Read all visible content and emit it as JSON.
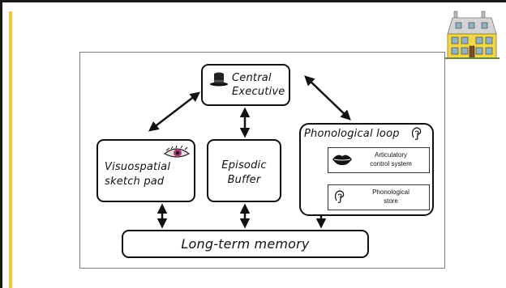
{
  "diagram": {
    "central_executive": {
      "line1": "Central",
      "line2": "Executive"
    },
    "visuospatial": {
      "line1": "Visuospatial",
      "line2": "sketch pad"
    },
    "episodic_buffer": {
      "line1": "Episodic",
      "line2": "Buffer"
    },
    "phonological_loop": {
      "title": "Phonological loop",
      "articulatory": {
        "line1": "Articulatory",
        "line2": "control system"
      },
      "phonological_store": {
        "line1": "Phonological",
        "line2": "store"
      }
    },
    "long_term_memory": "Long-term memory"
  },
  "icons": {
    "hat": "top-hat-icon",
    "eye": "eye-icon",
    "ear": "ear-icon",
    "mouth": "lips-icon",
    "logo": "house-logo-icon"
  },
  "colors": {
    "accent": "#f4c430",
    "frame": "#1a1a1a",
    "house_wall": "#f0d64a",
    "house_roof": "#c9c9c9"
  }
}
